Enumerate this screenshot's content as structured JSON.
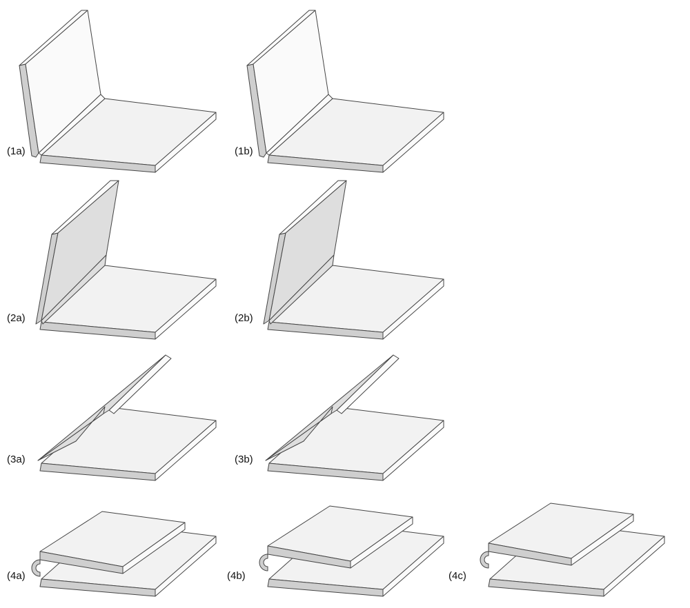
{
  "figures": [
    {
      "id": "1a",
      "label": "(1a)"
    },
    {
      "id": "1b",
      "label": "(1b)"
    },
    {
      "id": "2a",
      "label": "(2a)"
    },
    {
      "id": "2b",
      "label": "(2b)"
    },
    {
      "id": "3a",
      "label": "(3a)"
    },
    {
      "id": "3b",
      "label": "(3b)"
    },
    {
      "id": "4a",
      "label": "(4a)"
    },
    {
      "id": "4b",
      "label": "(4b)"
    },
    {
      "id": "4c",
      "label": "(4c)"
    }
  ]
}
